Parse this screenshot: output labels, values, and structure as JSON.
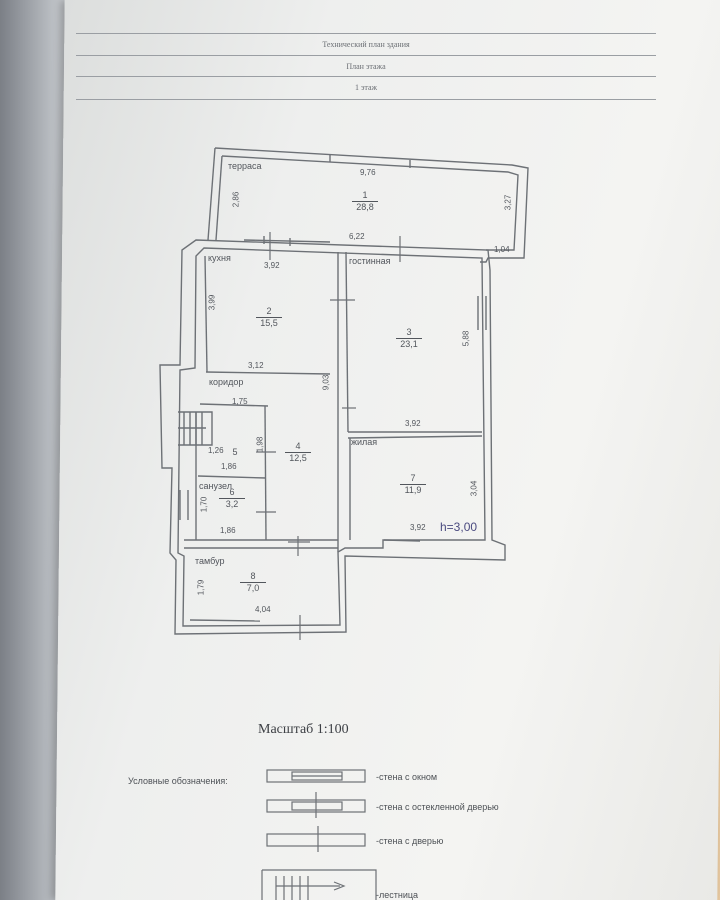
{
  "header": {
    "line1": "Технический план здания",
    "line2": "План этажа",
    "line3": "1 этаж"
  },
  "rooms": [
    {
      "label": "терраса",
      "number": "1",
      "area": "28,8"
    },
    {
      "label": "кухня",
      "number": "2",
      "area": "15,5"
    },
    {
      "label": "гостинная",
      "number": "3",
      "area": "23,1"
    },
    {
      "label": "коридор",
      "number": "4",
      "area": "12,5"
    },
    {
      "label": "",
      "number": "5",
      "area": ""
    },
    {
      "label": "санузел",
      "number": "6",
      "area": "3,2"
    },
    {
      "label": "жилая",
      "number": "7",
      "area": "11,9"
    },
    {
      "label": "тамбур",
      "number": "8",
      "area": "7,0"
    }
  ],
  "dimensions": {
    "terrace_w": "9,76",
    "terrace_h_left": "2,86",
    "terrace_h_right": "3,27",
    "terrace_bottom": "6,22",
    "terrace_corner": "1,04",
    "kitchen_w": "3,92",
    "kitchen_h": "3,99",
    "kitchen_bottom": "3,12",
    "living_h": "5,88",
    "living_bottom": "3,92",
    "corridor_w": "1,75",
    "corridor_h": "9,03",
    "room5_a": "1,26",
    "room5_b": "1,98",
    "room5_w": "1,86",
    "bath_h": "1,70",
    "bath_w": "1,86",
    "bedroom_h": "3,04",
    "bedroom_w": "3,92",
    "vest_h": "1,79",
    "vest_w": "4,04"
  },
  "ceiling_height": "h=3,00",
  "scale": "Масштаб 1:100",
  "legend": {
    "title": "Условные обозначения:",
    "items": [
      "-стена с окном",
      "-стена с остекленной дверью",
      "-стена с дверью",
      "-лестница"
    ]
  }
}
